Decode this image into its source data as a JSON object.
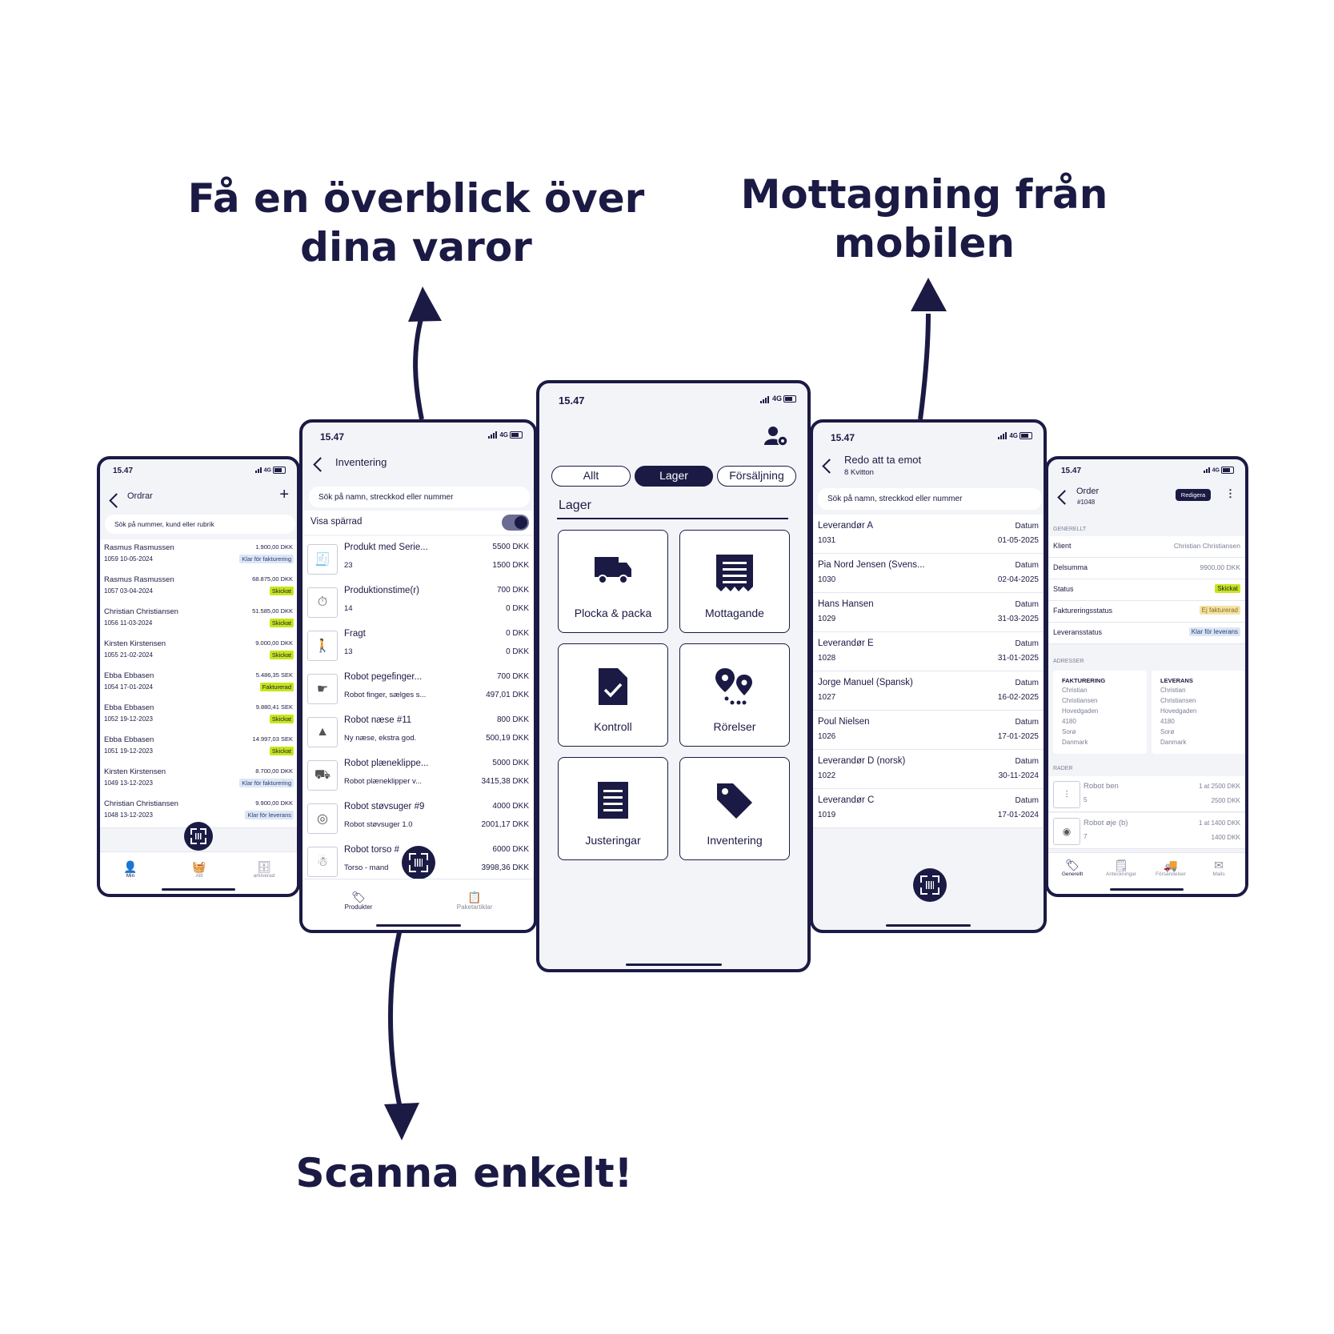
{
  "headlines": {
    "top_left": "Få en överblick över dina varor",
    "top_right": "Mottagning från mobilen",
    "bottom": "Scanna enkelt!"
  },
  "colors": {
    "brand": "#1b1a44",
    "background": "#f3f4f8",
    "badge_green": "#c8e51a",
    "badge_blue": "#dbe7f5",
    "badge_yellow": "#f4e3a6"
  },
  "status_bar": {
    "time": "15.47",
    "network": "4G"
  },
  "orders_screen": {
    "title": "Ordrar",
    "add_icon": "plus-icon",
    "search_placeholder": "Sök på nummer, kund eller rubrik",
    "rows": [
      {
        "name": "Rasmus Rasmussen",
        "meta": "1059  10-05-2024",
        "amount": "1.900,00 DKK",
        "badge": "Klar för fakturering",
        "badge_type": "klar"
      },
      {
        "name": "Rasmus Rasmussen",
        "meta": "1057  03-04-2024",
        "amount": "68.875,00 DKK",
        "badge": "Skickat",
        "badge_type": "skick"
      },
      {
        "name": "Christian Christiansen",
        "meta": "1056  11-03-2024",
        "amount": "51.585,00 DKK",
        "badge": "Skickat",
        "badge_type": "skick"
      },
      {
        "name": "Kirsten Kirstensen",
        "meta": "1055  21-02-2024",
        "amount": "9.000,00 DKK",
        "badge": "Skickat",
        "badge_type": "skick"
      },
      {
        "name": "Ebba Ebbasen",
        "meta": "1054  17-01-2024",
        "amount": "5.486,35 SEK",
        "badge": "Fakturerad",
        "badge_type": "fakt"
      },
      {
        "name": "Ebba Ebbasen",
        "meta": "1052  19-12-2023",
        "amount": "9.880,41 SEK",
        "badge": "Skickat",
        "badge_type": "skick"
      },
      {
        "name": "Ebba Ebbasen",
        "meta": "1051  19-12-2023",
        "amount": "14.997,03 SEK",
        "badge": "Skickat",
        "badge_type": "skick"
      },
      {
        "name": "Kirsten Kirstensen",
        "meta": "1049  13-12-2023",
        "amount": "8.700,00 DKK",
        "badge": "Klar för fakturering",
        "badge_type": "klar"
      },
      {
        "name": "Christian Christiansen",
        "meta": "1048  13-12-2023",
        "amount": "9.900,00 DKK",
        "badge": "Klar för leverans",
        "badge_type": "klar"
      }
    ],
    "tabs": [
      {
        "label": "Min",
        "icon": "user-icon"
      },
      {
        "label": "Allt",
        "icon": "basket-icon"
      },
      {
        "label": "arkiverad",
        "icon": "archive-icon"
      }
    ]
  },
  "inventory_screen": {
    "title": "Inventering",
    "search_placeholder": "Sök på namn, streckkod eller nummer",
    "toggle_label": "Visa spärrad",
    "rows": [
      {
        "name": "Produkt med Serie...",
        "sub": "23",
        "price": "5500 DKK",
        "value": "1500 DKK",
        "thumb": "🧾"
      },
      {
        "name": "Produktionstime(r)",
        "sub": "14",
        "price": "700 DKK",
        "value": "0 DKK",
        "thumb": "⏱"
      },
      {
        "name": "Fragt",
        "sub": "13",
        "price": "0 DKK",
        "value": "0 DKK",
        "thumb": "🚶"
      },
      {
        "name": "Robot pegefinger...",
        "sub": "Robot finger, sælges s...",
        "price": "700 DKK",
        "value": "497,01 DKK",
        "thumb": "☛"
      },
      {
        "name": "Robot næse #11",
        "sub": "Ny næse, ekstra god.",
        "price": "800 DKK",
        "value": "500,19 DKK",
        "thumb": "▲"
      },
      {
        "name": "Robot plæneklippe...",
        "sub": "Robot plæneklipper v...",
        "price": "5000 DKK",
        "value": "3415,38 DKK",
        "thumb": "⛟"
      },
      {
        "name": "Robot støvsuger #9",
        "sub": "Robot støvsuger 1.0",
        "price": "4000 DKK",
        "value": "2001,17 DKK",
        "thumb": "◎"
      },
      {
        "name": "Robot torso #",
        "sub": "Torso - mand",
        "price": "6000 DKK",
        "value": "3998,36 DKK",
        "thumb": "☃"
      }
    ],
    "tabs": [
      {
        "label": "Produkter",
        "icon": "tag-icon"
      },
      {
        "label": "Paketartiklar",
        "icon": "clipboard-icon"
      }
    ]
  },
  "home_screen": {
    "pills": [
      "Allt",
      "Lager",
      "Försäljning"
    ],
    "active_pill": "Lager",
    "section_title": "Lager",
    "tiles": [
      {
        "label": "Plocka & packa",
        "icon": "truck-icon"
      },
      {
        "label": "Mottagande",
        "icon": "receipt-icon"
      },
      {
        "label": "Kontroll",
        "icon": "checklist-icon"
      },
      {
        "label": "Rörelser",
        "icon": "map-pins-icon"
      },
      {
        "label": "Justeringar",
        "icon": "document-list-icon"
      },
      {
        "label": "Inventering",
        "icon": "tag-icon"
      }
    ]
  },
  "receiving_screen": {
    "title": "Redo att ta emot",
    "subtitle": "8 Kvitton",
    "search_placeholder": "Sök på namn, streckkod eller nummer",
    "date_label": "Datum",
    "rows": [
      {
        "name": "Leverandør A",
        "num": "1031",
        "date": "01-05-2025"
      },
      {
        "name": "Pia Nord Jensen (Svens...",
        "num": "1030",
        "date": "02-04-2025"
      },
      {
        "name": "Hans Hansen",
        "num": "1029",
        "date": "31-03-2025"
      },
      {
        "name": "Leverandør E",
        "num": "1028",
        "date": "31-01-2025"
      },
      {
        "name": "Jorge Manuel  (Spansk)",
        "num": "1027",
        "date": "16-02-2025"
      },
      {
        "name": "Poul Nielsen",
        "num": "1026",
        "date": "17-01-2025"
      },
      {
        "name": "Leverandør D (norsk)",
        "num": "1022",
        "date": "30-11-2024"
      },
      {
        "name": "Leverandør C",
        "num": "1019",
        "date": "17-01-2024"
      }
    ]
  },
  "order_screen": {
    "title": "Order",
    "subtitle": "#1048",
    "edit_label": "Redigera",
    "general_header": "GENERELLT",
    "fields": [
      {
        "key": "Klient",
        "value": "Christian Christiansen"
      },
      {
        "key": "Delsumma",
        "value": "9900,00 DKK"
      },
      {
        "key": "Status",
        "value": "Skickat",
        "badge_type": "skick"
      },
      {
        "key": "Faktureringsstatus",
        "value": "Ej fakturerad",
        "badge_type": "yellow"
      },
      {
        "key": "Leveransstatus",
        "value": "Klar för leverans",
        "badge_type": "klar"
      }
    ],
    "address_header": "ADRESSER",
    "billing": {
      "title": "FAKTURERING",
      "lines": [
        "Christian",
        "Christiansen",
        "Hovedgaden",
        "4180",
        "Sorø",
        "Danmark"
      ]
    },
    "shipping": {
      "title": "LEVERANS",
      "lines": [
        "Christian",
        "Christiansen",
        "Hovedgaden",
        "4180",
        "Sorø",
        "Danmark"
      ]
    },
    "rows_header": "RADER",
    "rows": [
      {
        "name": "Robot ben",
        "qty": "5",
        "price": "1 at 2500 DKK",
        "total": "2500 DKK",
        "thumb": "⫶"
      },
      {
        "name": "Robot øje (b)",
        "qty": "7",
        "price": "1 at 1400 DKK",
        "total": "1400 DKK",
        "thumb": "◉"
      }
    ],
    "tabs": [
      {
        "label": "Generellt",
        "icon": "tag-icon"
      },
      {
        "label": "Anteckningar",
        "icon": "note-icon"
      },
      {
        "label": "Försändelser",
        "icon": "truck-icon"
      },
      {
        "label": "Mails",
        "icon": "mail-icon"
      }
    ]
  }
}
